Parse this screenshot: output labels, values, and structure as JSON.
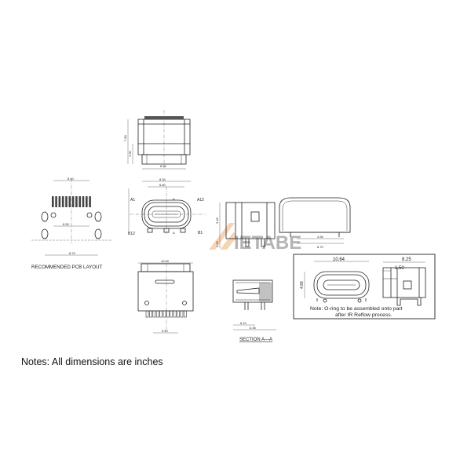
{
  "top_view": {
    "dim_width": "8.94",
    "dim_height": "7.80",
    "dim_step": "1.30"
  },
  "front_view": {
    "dim_width": "8.34",
    "dim_inner": "6.60",
    "pin_a1": "A1",
    "pin_a12": "A12",
    "pin_b12": "B12",
    "pin_b1": "B1",
    "section_mark": "A"
  },
  "side_view": {
    "dim_height": "3.46",
    "dim_pin": "1.20"
  },
  "iso_view": {
    "dim_a": "4.30",
    "dim_b": "6.70"
  },
  "pcb_layout": {
    "label": "RECOMMENDED PCB LAYOUT",
    "dim_top": "8.40",
    "dim_mid": "6.50",
    "dim_bottom": "8.79"
  },
  "bottom_view": {
    "dim_width": "10.00",
    "dim_pitch": "0.50"
  },
  "section": {
    "label": "SECTION A—A",
    "dim_a": "6.10",
    "dim_b": "6.35"
  },
  "oring_box": {
    "dim_width": "10.64",
    "dim_depth": "8.25",
    "dim_offset": "1.50",
    "dim_height": "4.86",
    "note_line1": "Note: O-ring to be assembled onto part",
    "note_line2": "after IR Reflow process."
  },
  "watermark": "IETABE",
  "notes": "Notes: All dimensions are inches"
}
